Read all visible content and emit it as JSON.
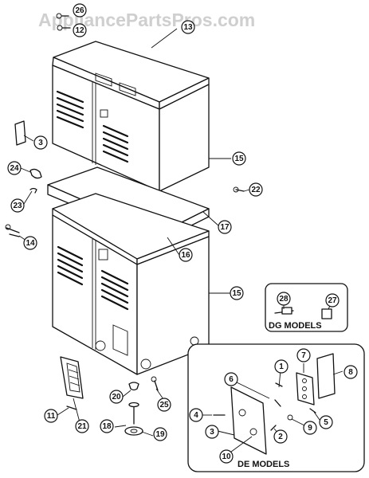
{
  "watermark": "AppliancePartsPros.com",
  "callouts": [
    {
      "id": "c26",
      "label": "26"
    },
    {
      "id": "c12",
      "label": "12"
    },
    {
      "id": "c13",
      "label": "13"
    },
    {
      "id": "c3a",
      "label": "3"
    },
    {
      "id": "c24",
      "label": "24"
    },
    {
      "id": "c23",
      "label": "23"
    },
    {
      "id": "c14",
      "label": "14"
    },
    {
      "id": "c15a",
      "label": "15"
    },
    {
      "id": "c22",
      "label": "22"
    },
    {
      "id": "c17",
      "label": "17"
    },
    {
      "id": "c16",
      "label": "16"
    },
    {
      "id": "c15b",
      "label": "15"
    },
    {
      "id": "c28",
      "label": "28"
    },
    {
      "id": "c27",
      "label": "27"
    },
    {
      "id": "c11",
      "label": "11"
    },
    {
      "id": "c21",
      "label": "21"
    },
    {
      "id": "c20",
      "label": "20"
    },
    {
      "id": "c25",
      "label": "25"
    },
    {
      "id": "c18",
      "label": "18"
    },
    {
      "id": "c19",
      "label": "19"
    },
    {
      "id": "c6",
      "label": "6"
    },
    {
      "id": "c1",
      "label": "1"
    },
    {
      "id": "c7",
      "label": "7"
    },
    {
      "id": "c8",
      "label": "8"
    },
    {
      "id": "c4",
      "label": "4"
    },
    {
      "id": "c3b",
      "label": "3"
    },
    {
      "id": "c2",
      "label": "2"
    },
    {
      "id": "c9",
      "label": "9"
    },
    {
      "id": "c5",
      "label": "5"
    },
    {
      "id": "c10",
      "label": "10"
    }
  ],
  "boxes": {
    "dg": {
      "label": "DG MODELS"
    },
    "de": {
      "label": "DE MODELS"
    }
  }
}
